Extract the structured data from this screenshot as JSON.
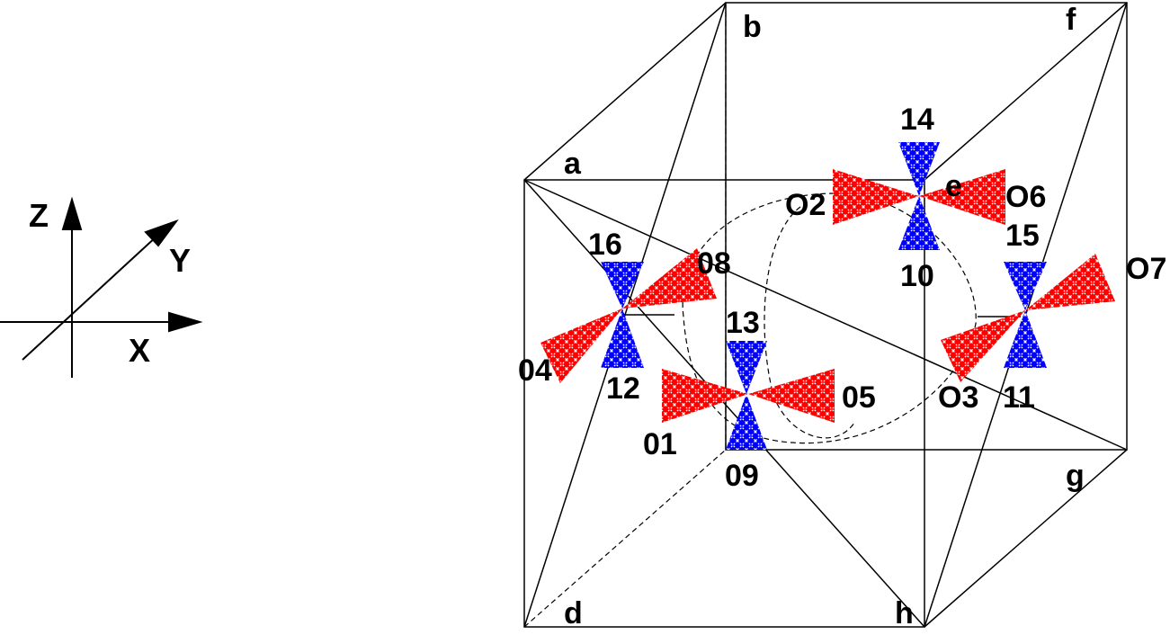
{
  "axes": {
    "z": "Z",
    "y": "Y",
    "x": "X"
  },
  "vertices": {
    "a": "a",
    "b": "b",
    "d": "d",
    "e": "e",
    "f": "f",
    "g": "g",
    "h": "h"
  },
  "antennas": {
    "n01": "01",
    "n02": "O2",
    "n03": "O3",
    "n04": "04",
    "n05": "05",
    "n06": "O6",
    "n07": "O7",
    "n08": "08",
    "n09": "09",
    "n10": "10",
    "n11": "11",
    "n12": "12",
    "n13": "13",
    "n14": "14",
    "n15": "15",
    "n16": "16"
  },
  "colors": {
    "red": "#ff0000",
    "blue": "#0000ff",
    "line": "#000000"
  }
}
